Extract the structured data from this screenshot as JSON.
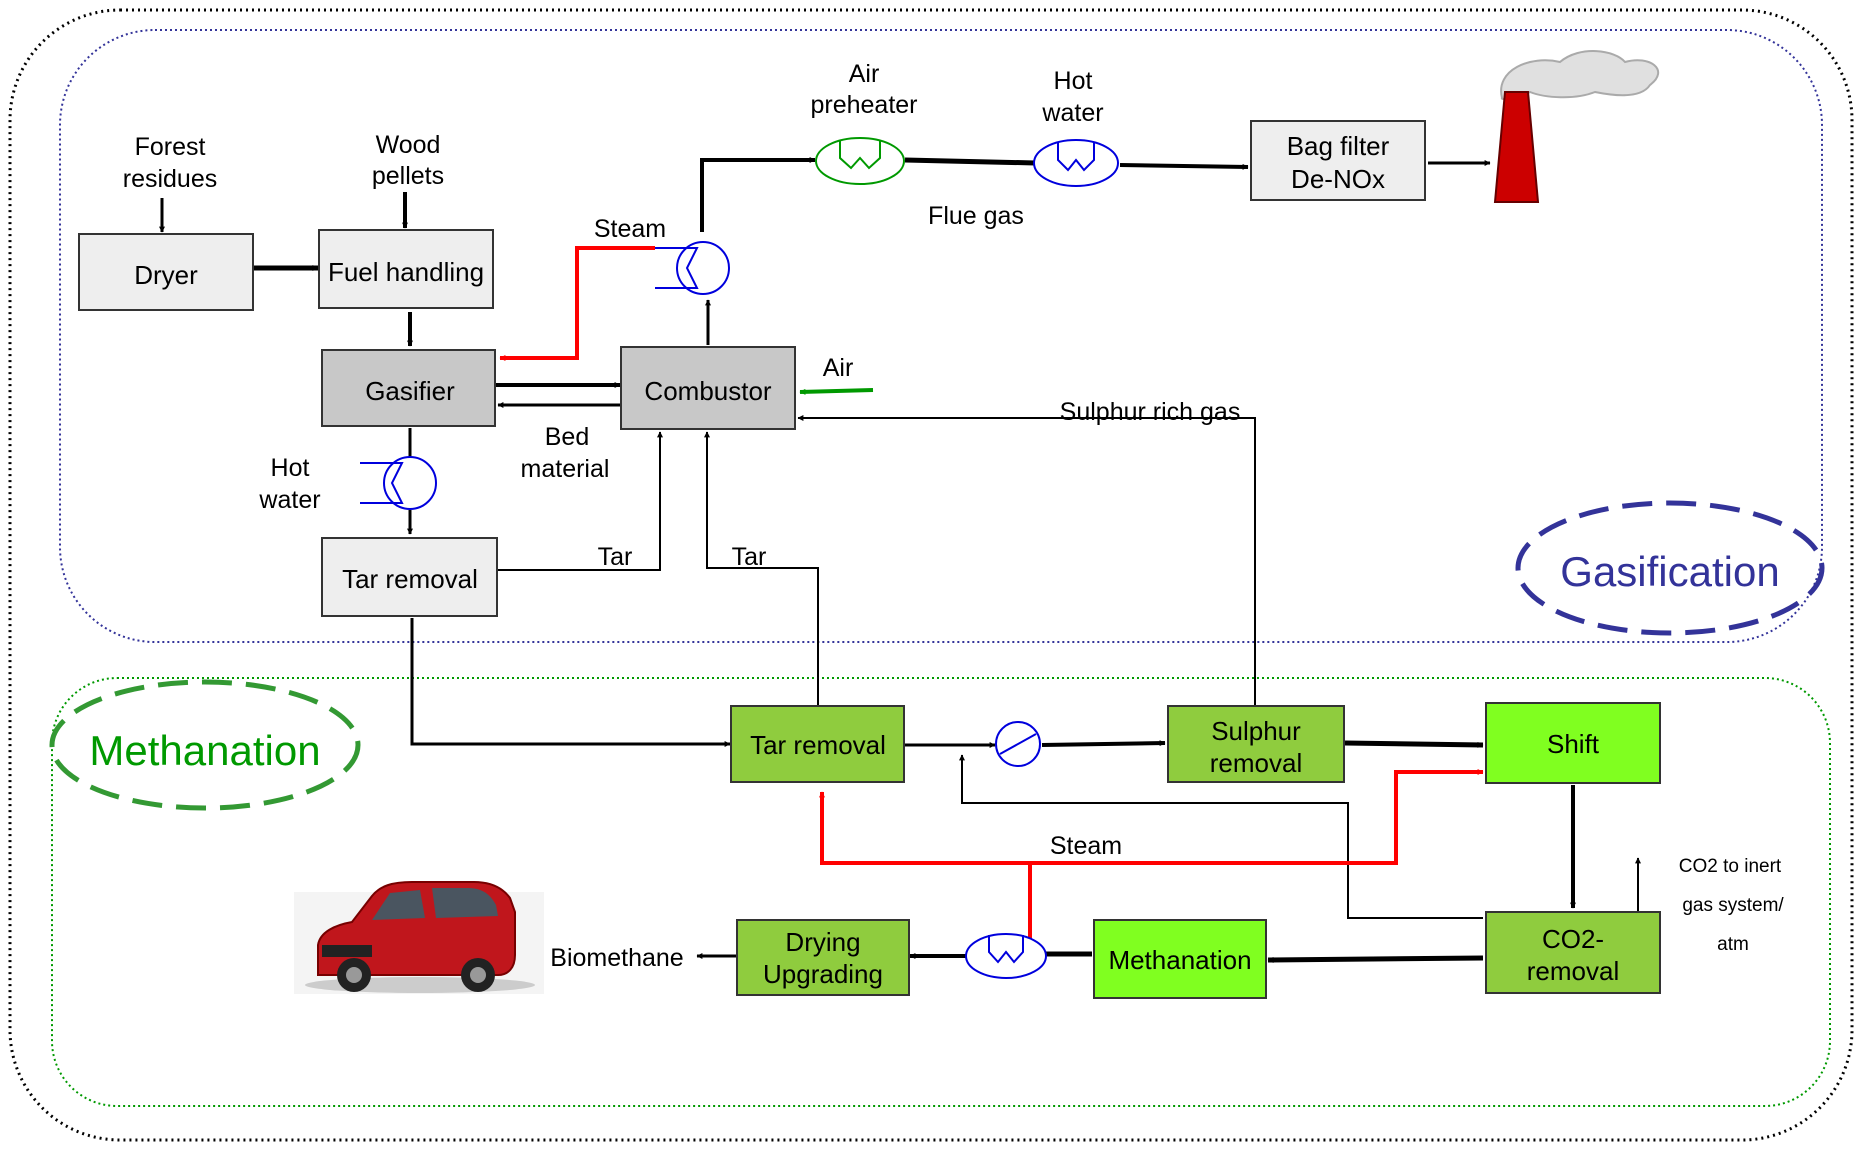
{
  "sections": {
    "gasification": "Gasification",
    "methanation": "Methanation"
  },
  "inputs": {
    "forest_residues": [
      "Forest",
      "residues"
    ],
    "wood_pellets": [
      "Wood",
      "pellets"
    ]
  },
  "boxes": {
    "dryer": [
      "Dryer"
    ],
    "fuel_handling": [
      "Fuel handling"
    ],
    "gasifier": [
      "Gasifier"
    ],
    "combustor": [
      "Combustor"
    ],
    "tar_removal_1": [
      "Tar removal"
    ],
    "bag_filter": [
      "Bag filter",
      "De-NOx"
    ],
    "tar_removal_2": [
      "Tar removal"
    ],
    "sulphur_removal": [
      "Sulphur",
      "removal"
    ],
    "shift": [
      "Shift"
    ],
    "co2_removal": [
      "CO2-",
      "removal"
    ],
    "methanation": [
      "Methanation"
    ],
    "drying_upgrading": [
      "Drying",
      "Upgrading"
    ]
  },
  "labels": {
    "air_preheater": [
      "Air",
      "preheater"
    ],
    "hot_water_top": [
      "Hot",
      "water"
    ],
    "flue_gas": "Flue gas",
    "steam_top": "Steam",
    "air": "Air",
    "bed_material": [
      "Bed",
      "material"
    ],
    "hot_water_left": [
      "Hot",
      "water"
    ],
    "tar_1": "Tar",
    "tar_2": "Tar",
    "sulphur_rich_gas": "Sulphur rich gas",
    "steam_bottom": "Steam",
    "co2_to_inert": [
      "CO2 to inert",
      "gas system/",
      "atm"
    ],
    "biomethane": "Biomethane"
  },
  "colors": {
    "gasification_box": "#eeeeee",
    "combustor_box": "#c8c8c8",
    "methanation_box": "#8fcc3e",
    "shift_box": "#80ff20",
    "steam_line": "#ff0000",
    "air_line": "#009900",
    "heat_exchanger": "#0000dd",
    "air_preheater": "#009900",
    "gasification_border": "#333399",
    "methanation_border": "#009900",
    "stack": "#cc0000"
  },
  "icons": {
    "stack": "chimney-stack-icon",
    "car": "car-icon"
  }
}
